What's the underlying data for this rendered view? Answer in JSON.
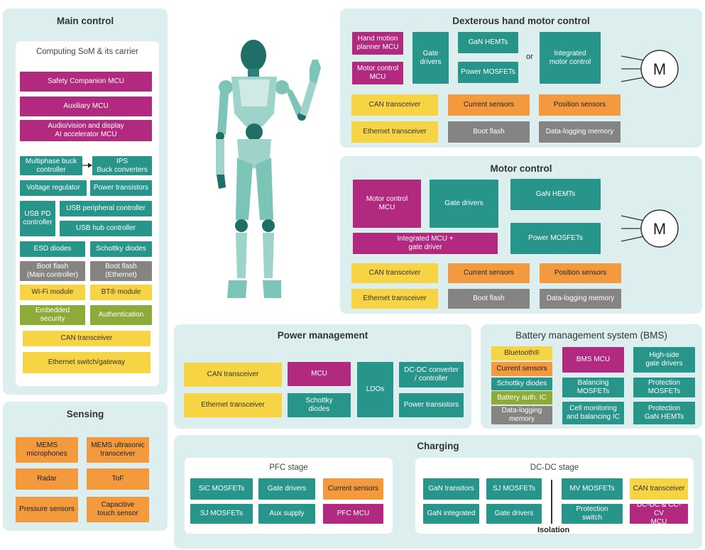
{
  "main_control": {
    "title": "Main control",
    "som_title": "Computing SoM & its carrier",
    "safety_mcu": "Safety Companion MCU",
    "aux_mcu": "Auxiliary MCU",
    "av_mcu": "Audio/vision and display\nAI accelerator MCU",
    "multiphase": "Multiphase buck\ncontroller",
    "ips": "IPS\nBuck converters",
    "vreg": "Voltage regulator",
    "power_transistors": "Power transistors",
    "usbpd": "USB PD\ncontroller",
    "usb_periph": "USB peripheral controller",
    "usb_hub": "USB hub controller",
    "esd": "ESD diodes",
    "schottky": "Schottky diodes",
    "boot_main": "Boot flash\n(Main controller)",
    "boot_eth": "Boot flash\n(Ethernet)",
    "wifi": "Wi-Fi module",
    "bt": "BT® module",
    "emb_sec": "Embedded\nsecurity",
    "auth": "Authentication",
    "can": "CAN transceiver",
    "eth_switch": "Ethernet switch/gateway"
  },
  "sensing": {
    "title": "Sensing",
    "mems_mic": "MEMS\nmicrophones",
    "mems_us": "MEMS ultrasonic\ntransceiver",
    "radar": "Radar",
    "tof": "ToF",
    "pressure": "Pressure sensors",
    "capacitive": "Capacitive\ntouch sensor"
  },
  "hand": {
    "title": "Dexterous hand motor control",
    "planner": "Hand motion\nplanner MCU",
    "mcu": "Motor control\nMCU",
    "gate": "Gate\ndrivers",
    "gan": "GaN HEMTs",
    "mosfets": "Power MOSFETs",
    "or_label": "or",
    "integrated": "Integrated\nmotor control",
    "can": "CAN transceiver",
    "current": "Current sensors",
    "position": "Position sensors",
    "eth": "Ethernet transceiver",
    "boot": "Boot flash",
    "datalog": "Data-logging memory",
    "motor_label": "M"
  },
  "motor": {
    "title": "Motor control",
    "mcu": "Motor control\nMCU",
    "gate": "Gate drivers",
    "gan": "GaN HEMTs",
    "integrated": "Integrated MCU +\ngate driver",
    "mosfets": "Power MOSFETs",
    "can": "CAN transceiver",
    "current": "Current sensors",
    "position": "Position sensors",
    "eth": "Ethernet transceiver",
    "boot": "Boot flash",
    "datalog": "Data-logging memory",
    "motor_label": "M"
  },
  "power": {
    "title": "Power management",
    "can": "CAN transceiver",
    "mcu": "MCU",
    "ldos": "LDOs",
    "dcdc": "DC-DC converter\n/ controller",
    "eth": "Ethernet transceiver",
    "schottky": "Schottky\ndiodes",
    "ptrans": "Power transistors"
  },
  "bms": {
    "title": "Battery management system (BMS)",
    "bluetooth": "Bluetooth®",
    "current": "Current sensors",
    "schottky": "Schottky diodes",
    "auth": "Battery auth. IC",
    "datalog": "Data-logging\nmemory",
    "mcu": "BMS MCU",
    "balancing": "Balancing\nMOSFETs",
    "cellmon": "Cell monitoring\nand balancing IC",
    "hs_gate": "High-side\ngate drivers",
    "prot_mos": "Protection\nMOSFETs",
    "prot_gan": "Protection\nGaN HEMTs"
  },
  "charging": {
    "title": "Charging",
    "pfc_title": "PFC stage",
    "dcdc_title": "DC-DC stage",
    "sic": "SiC MOSFETs",
    "gate1": "Gate drivers",
    "current": "Current sensors",
    "sj1": "SJ MOSFETs",
    "aux": "Aux supply",
    "pfc_mcu": "PFC MCU",
    "gan_trans": "GaN transitors",
    "sj2": "SJ MOSFETs",
    "gan_int": "GaN integrated",
    "gate2": "Gate drivers",
    "mv": "MV MOSFETs",
    "can": "CAN transceiver",
    "prot_switch": "Protection\nswitch",
    "dcdc_mcu": "DC-DC & CC-CV\nMCU",
    "isolation": "Isolation"
  },
  "colors": {
    "panel": "#dcefee",
    "teal": "#27958a",
    "magenta": "#b12a80",
    "yellow": "#f7d444",
    "orange": "#f39a3f",
    "gray": "#868482",
    "green": "#8cab39",
    "robot_dark": "#1f6f68",
    "robot_light": "#7cc4b8"
  }
}
